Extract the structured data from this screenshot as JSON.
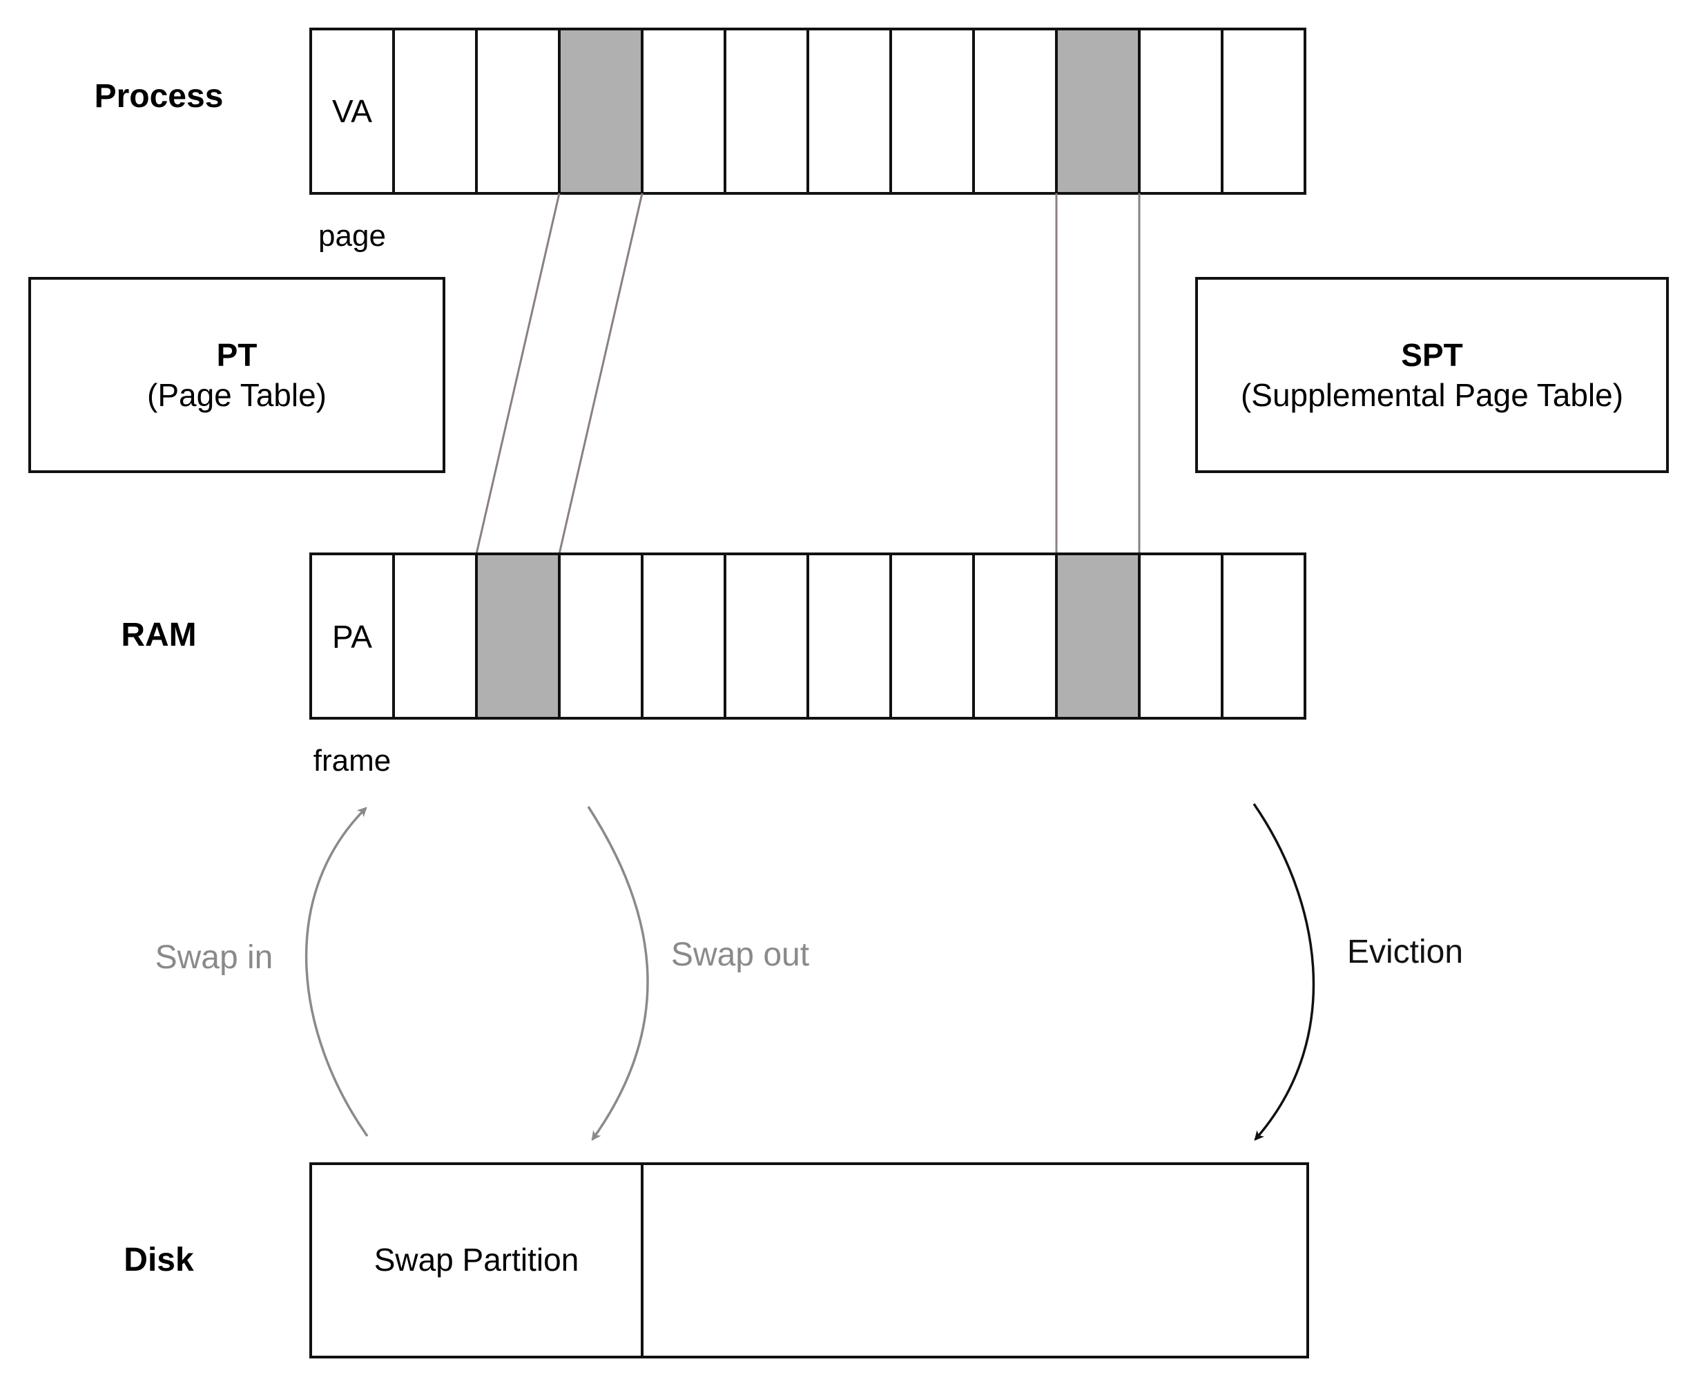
{
  "rows": {
    "process": {
      "label": "Process",
      "cell_label": "VA",
      "unit_label": "page",
      "cell_count": 12,
      "highlighted_cells": [
        3,
        9
      ]
    },
    "ram": {
      "label": "RAM",
      "cell_label": "PA",
      "unit_label": "frame",
      "cell_count": 12,
      "highlighted_cells": [
        2,
        9
      ]
    },
    "disk": {
      "label": "Disk",
      "swap_label": "Swap Partition"
    }
  },
  "tables": {
    "pt": {
      "title": "PT",
      "subtitle": "(Page Table)"
    },
    "spt": {
      "title": "SPT",
      "subtitle": "(Supplemental Page Table)"
    }
  },
  "mappings": [
    {
      "page": 3,
      "frame": 2
    },
    {
      "page": 9,
      "frame": 9
    }
  ],
  "arrows": {
    "swap_in": "Swap in",
    "swap_out": "Swap out",
    "eviction": "Eviction"
  },
  "colors": {
    "highlight": "#b0b0b0",
    "outline": "#111111",
    "mapping_line": "#8a8080",
    "swap_arrow": "#8a8a8a",
    "eviction_arrow": "#111111"
  }
}
